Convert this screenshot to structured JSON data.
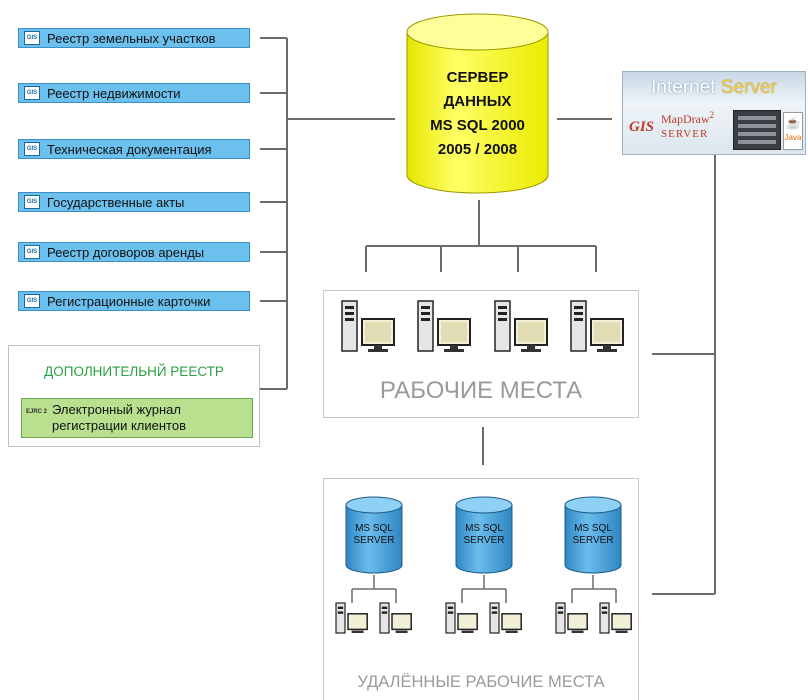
{
  "registries": [
    {
      "icon": "GIS",
      "label": "Реестр земельных участков"
    },
    {
      "icon": "GIS",
      "label": "Реестр недвижимости"
    },
    {
      "icon": "GIS",
      "label": "Техническая документация"
    },
    {
      "icon": "GIS",
      "label": "Государственные акты"
    },
    {
      "icon": "GIS",
      "label": "Реестр договоров аренды"
    },
    {
      "icon": "GIS",
      "label": "Регистрационные карточки"
    }
  ],
  "extra_registry": {
    "title": "ДОПОЛНИТЕЛЬНЙ РЕЕСТР",
    "journal_icon": "EJRC 2",
    "journal_line1": "Электронный журнал",
    "journal_line2": "регистрации клиентов"
  },
  "main_server": {
    "line1": "СЕРВЕР",
    "line2": "ДАННЫХ",
    "line3": "MS SQL 2000",
    "line4": "2005 / 2008"
  },
  "internet_server": {
    "word1": "Internet",
    "word2": "Server",
    "gis": "GIS",
    "mapdraw": "MapDraw",
    "mapdraw_sup": "2",
    "server": "SERVER",
    "java": "Java"
  },
  "workplaces": {
    "label": "РАБОЧИЕ МЕСТА",
    "count": 4
  },
  "remote": {
    "label": "УДАЛЁННЫЕ РАБОЧИЕ МЕСТА",
    "servers": [
      {
        "line1": "MS SQL",
        "line2": "SERVER"
      },
      {
        "line1": "MS SQL",
        "line2": "SERVER"
      },
      {
        "line1": "MS SQL",
        "line2": "SERVER"
      }
    ]
  },
  "colors": {
    "registry_fill": "#6cc0ee",
    "journal_fill": "#b9e08f",
    "extra_title": "#2ea044",
    "db_yellow": "#ffff4d",
    "db_blue": "#3f9fd8",
    "connector": "#6b6b6b",
    "group_label": "#9a9a9a"
  }
}
